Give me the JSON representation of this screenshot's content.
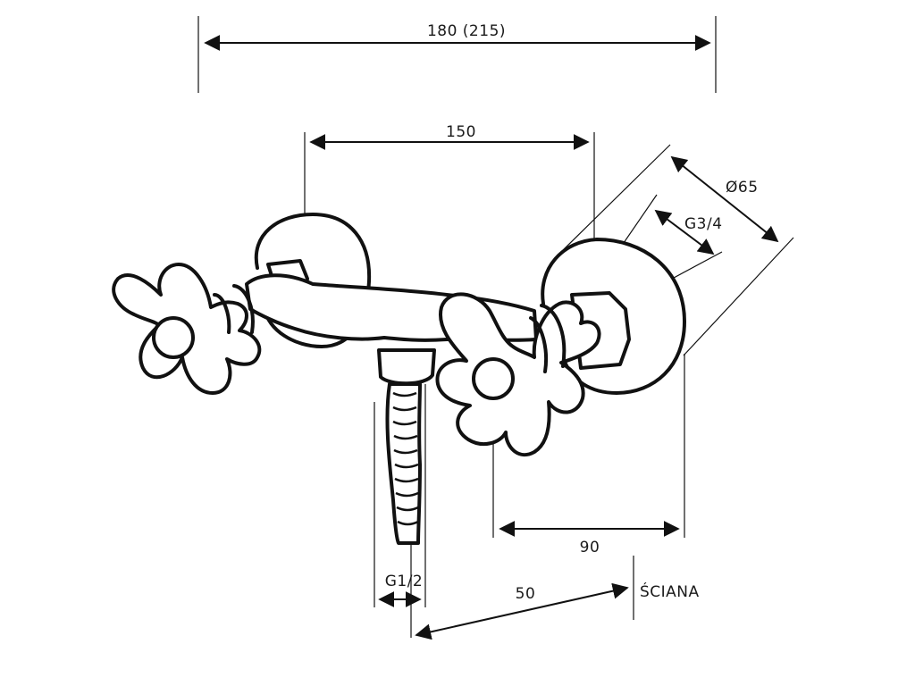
{
  "dimensions": {
    "overall_width": "180 (215)",
    "center_distance": "150",
    "escutcheon_diameter": "Ø65",
    "inlet_thread": "G3/4",
    "handle_offset": "90",
    "outlet_thread": "G1/2",
    "wall_offset": "50",
    "wall_label": "ŚCIANA"
  }
}
